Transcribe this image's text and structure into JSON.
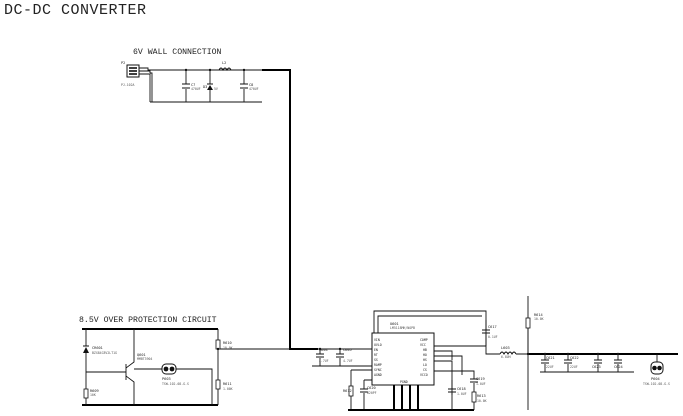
{
  "title": "DC-DC CONVERTER",
  "sections": {
    "wall": "6V WALL CONNECTION",
    "ovp": "8.5V OVER PROTECTION CIRCUIT"
  },
  "components": {
    "p2": {
      "ref": "P2",
      "value": "PJ-102A"
    },
    "c7": {
      "ref": "C7",
      "value": "470UF"
    },
    "d3": {
      "ref": "D3",
      "value": "5V"
    },
    "l2": {
      "ref": "L2",
      "value": ""
    },
    "c8": {
      "ref": "C8",
      "value": "470UF"
    },
    "u601": {
      "ref": "U601",
      "value": "LM5118MH/NOPB"
    },
    "c604": {
      "ref": "C604",
      "value": "4.7UF"
    },
    "c605": {
      "ref": "C605",
      "value": "4.7UF"
    },
    "c617": {
      "ref": "C617",
      "value": "0.1UF"
    },
    "l603": {
      "ref": "L603",
      "value": "6.8UH"
    },
    "r614": {
      "ref": "R614",
      "value": "10.0K"
    },
    "c618": {
      "ref": "C618",
      "value": "1.0UF"
    },
    "r613": {
      "ref": "R613",
      "value": "10.0K"
    },
    "c619": {
      "ref": "C619",
      "value": "1.0UF"
    },
    "r612": {
      "ref": "R612",
      "value": ""
    },
    "c620": {
      "ref": "C620",
      "value": "820PF"
    },
    "c621": {
      "ref": "C621",
      "value": "22UF"
    },
    "c622": {
      "ref": "C622",
      "value": "22UF"
    },
    "c623": {
      "ref": "C623",
      "value": ""
    },
    "c624": {
      "ref": "C624",
      "value": ""
    },
    "p604": {
      "ref": "P604",
      "value": "TSW-102-08-G-S"
    },
    "cr601": {
      "ref": "CR601",
      "value": "BZX84C8V2LT1G"
    },
    "q601": {
      "ref": "Q601",
      "value": "MMBT3904"
    },
    "r609": {
      "ref": "R609",
      "value": "10K"
    },
    "r610": {
      "ref": "R610",
      "value": "10.0K"
    },
    "r611": {
      "ref": "R611",
      "value": "1.00K"
    },
    "p603": {
      "ref": "P603",
      "value": "TSW-102-08-G-S"
    }
  },
  "pins": {
    "vin": "VIN",
    "uvlo": "UVLO",
    "en": "EN",
    "rt": "RT",
    "ss": "SS",
    "vcc": "VCC",
    "vcco": "VCCO",
    "comp": "COMP",
    "hb": "HB",
    "ho": "HO",
    "hs": "HS",
    "lo": "LO",
    "cs": "CS",
    "csg": "CSG",
    "fb": "FB",
    "pgnd": "PGND",
    "agnd": "AGND",
    "ramp": "RAMP",
    "sync": "SYNC",
    "vout": "VOUT"
  }
}
